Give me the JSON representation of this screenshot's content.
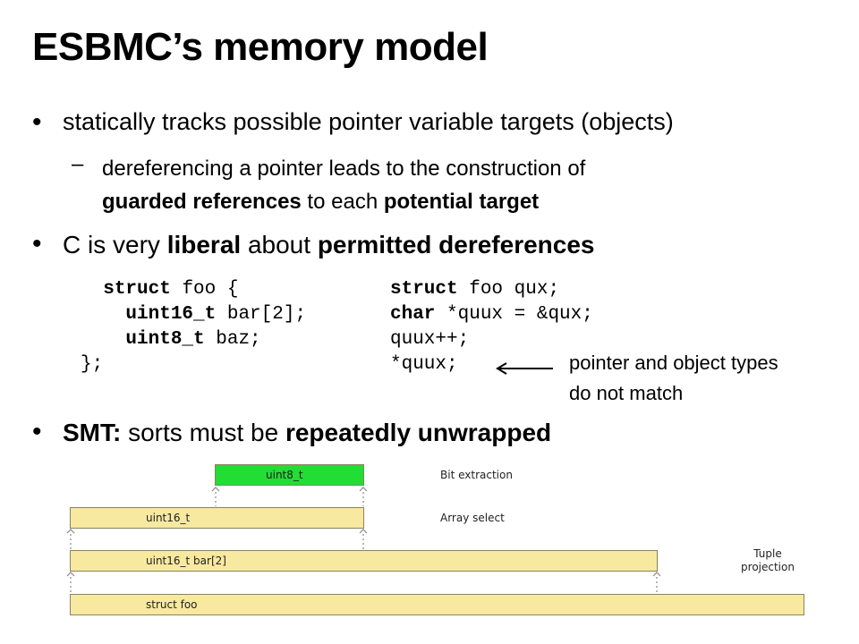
{
  "title": "ESBMC’s memory model",
  "bullet_char": "•",
  "dash_char": "–",
  "bullet1": "statically tracks possible pointer variable targets (objects)",
  "sub1": {
    "line1": "dereferencing a pointer leads to the construction of",
    "bold1": "guarded references",
    "mid": " to each ",
    "bold2": "potential target"
  },
  "bullet2": {
    "t1": "C is very ",
    "b1": "liberal",
    "t2": " about ",
    "b2": "permitted dereferences"
  },
  "code_left": {
    "l1_kw": "struct",
    "l1_rest": " foo {",
    "l2_kw": "uint16_t",
    "l2_rest": " bar[2];",
    "l3_kw": "uint8_t",
    "l3_rest": " baz;",
    "l4": "};"
  },
  "code_right": {
    "l1_kw": "struct",
    "l1_rest": " foo qux;",
    "l2_kw": "char",
    "l2_rest": " *quux = &qux;",
    "l3": "quux++;",
    "l4": "*quux;"
  },
  "note": {
    "line1": "pointer and object types",
    "line2": "do not match"
  },
  "bullet3": {
    "b1": "SMT:",
    "t1": " sorts must be ",
    "b2": "repeatedly unwrapped"
  },
  "diagram": {
    "bars": {
      "uint8": "uint8_t",
      "uint16": "uint16_t",
      "array": "uint16_t bar[2]",
      "struct": "struct foo"
    },
    "labels": {
      "bit_extraction": "Bit extraction",
      "array_select": "Array select",
      "tuple_line1": "Tuple",
      "tuple_line2": "projection"
    },
    "colors": {
      "green": "#22dd33",
      "yellow": "#f7e9a0"
    }
  }
}
